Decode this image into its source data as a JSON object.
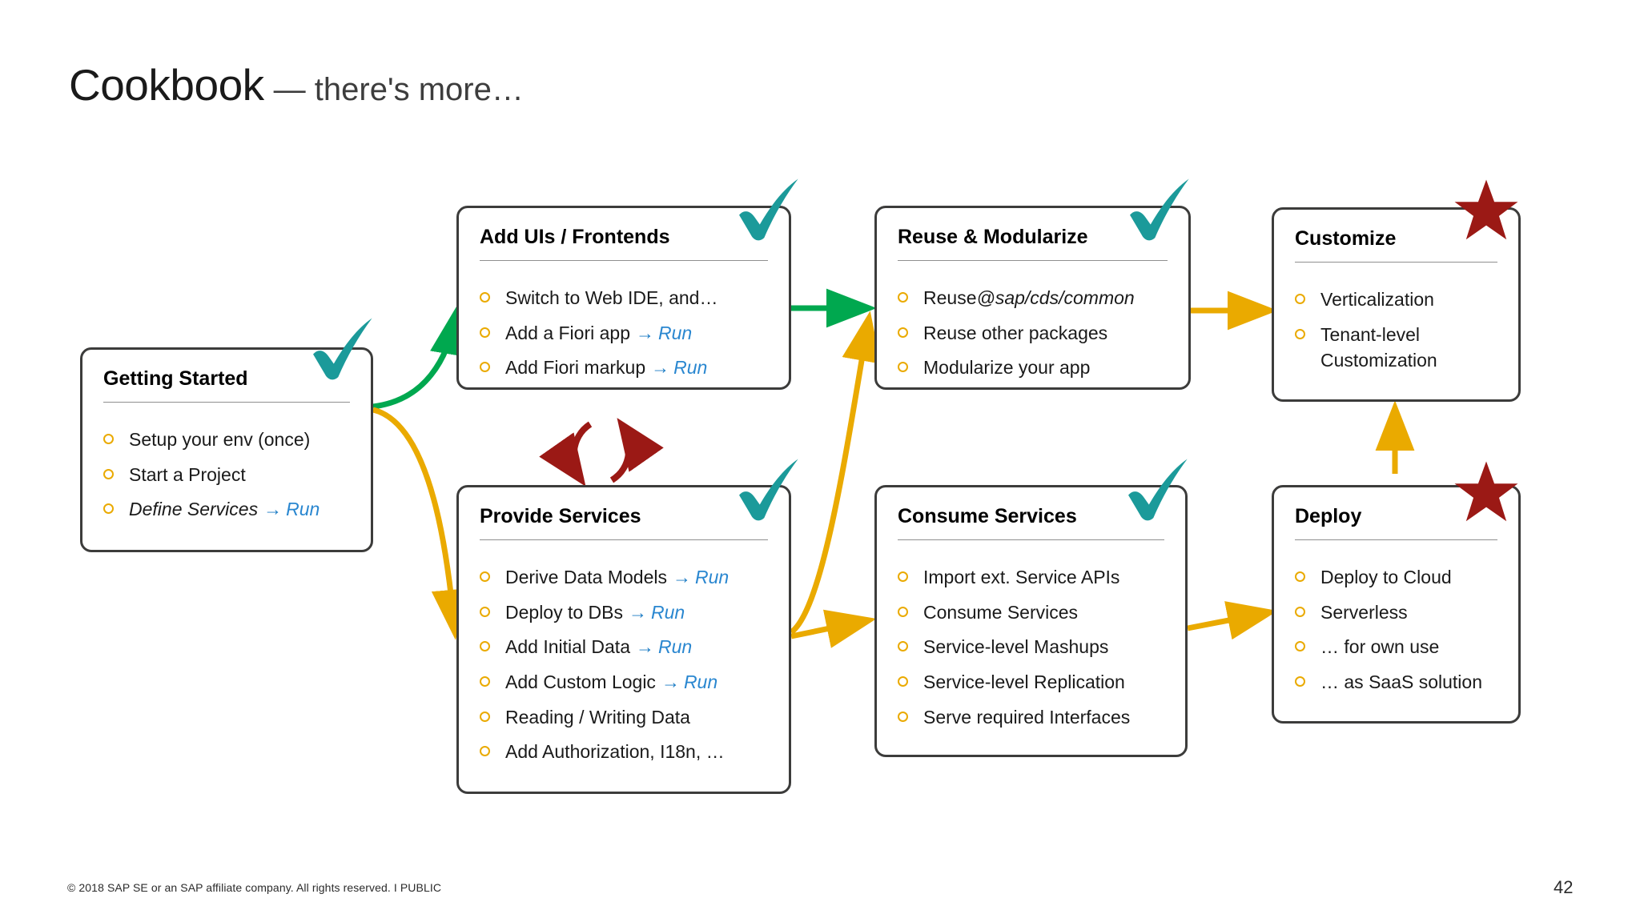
{
  "slide": {
    "title_main": "Cookbook",
    "title_sub": "— there's more…",
    "page_number": "42",
    "footer": "© 2018 SAP SE or an SAP affiliate company. All rights reserved.  I   PUBLIC"
  },
  "colors": {
    "bullet": "#eaaa00",
    "arrow_yellow": "#eaaa00",
    "arrow_green": "#00a84f",
    "arrow_darkred": "#9b1915",
    "check_teal": "#1b9a9a",
    "star_red": "#9b1915",
    "link_blue": "#2a87d0",
    "card_border": "#3c3c3b"
  },
  "cards": {
    "getting_started": {
      "title": "Getting Started",
      "badge": "check",
      "items": [
        {
          "text": "Setup your env (once)",
          "italic": false,
          "run": false
        },
        {
          "text": "Start a Project",
          "italic": false,
          "run": false
        },
        {
          "text": "Define Services",
          "italic": true,
          "run": true,
          "run_label": "Run"
        }
      ]
    },
    "add_uis": {
      "title": "Add UIs / Frontends",
      "badge": "check",
      "items": [
        {
          "text": "Switch to Web IDE, and…",
          "italic": false,
          "run": false
        },
        {
          "text": "Add a Fiori app",
          "italic": false,
          "run": true,
          "run_label": "Run"
        },
        {
          "text": "Add Fiori markup",
          "italic": false,
          "run": true,
          "run_label": "Run"
        }
      ]
    },
    "provide_services": {
      "title": "Provide Services",
      "badge": "check",
      "items": [
        {
          "text": "Derive Data Models",
          "italic": false,
          "run": true,
          "run_label": "Run"
        },
        {
          "text": "Deploy to DBs",
          "italic": false,
          "run": true,
          "run_label": "Run"
        },
        {
          "text": "Add Initial Data",
          "italic": false,
          "run": true,
          "run_label": "Run"
        },
        {
          "text": "Add Custom Logic",
          "italic": false,
          "run": true,
          "run_label": "Run"
        },
        {
          "text": "Reading / Writing Data",
          "italic": false,
          "run": false
        },
        {
          "text": "Add Authorization, I18n, …",
          "italic": false,
          "run": false
        }
      ]
    },
    "reuse_modularize": {
      "title": "Reuse & Modularize",
      "badge": "check",
      "items": [
        {
          "text": "Reuse ",
          "emph": "@sap/cds/common",
          "italic": false,
          "run": false
        },
        {
          "text": "Reuse other packages",
          "italic": false,
          "run": false
        },
        {
          "text": "Modularize your app",
          "italic": false,
          "run": false
        }
      ]
    },
    "consume_services": {
      "title": "Consume Services",
      "badge": "check",
      "items": [
        {
          "text": "Import ext. Service APIs",
          "italic": false,
          "run": false
        },
        {
          "text": "Consume Services",
          "italic": false,
          "run": false
        },
        {
          "text": "Service-level Mashups",
          "italic": false,
          "run": false
        },
        {
          "text": "Service-level Replication",
          "italic": false,
          "run": false
        },
        {
          "text": "Serve required Interfaces",
          "italic": false,
          "run": false
        }
      ]
    },
    "customize": {
      "title": "Customize",
      "badge": "star",
      "items": [
        {
          "text": "Verticalization",
          "italic": false,
          "run": false
        },
        {
          "text": "Tenant-level Customization",
          "italic": false,
          "run": false,
          "wrap": true
        }
      ]
    },
    "deploy": {
      "title": "Deploy",
      "badge": "star",
      "items": [
        {
          "text": "Deploy to Cloud",
          "italic": false,
          "run": false
        },
        {
          "text": "Serverless",
          "italic": false,
          "run": false
        },
        {
          "text": "… for own use",
          "italic": false,
          "run": false
        },
        {
          "text": "… as SaaS solution",
          "italic": false,
          "run": false
        }
      ]
    }
  },
  "connections": [
    {
      "from": "getting_started",
      "to": "add_uis",
      "color": "green"
    },
    {
      "from": "getting_started",
      "to": "provide_services",
      "color": "yellow"
    },
    {
      "from": "add_uis",
      "to": "provide_services",
      "color": "darkred",
      "style": "cycle"
    },
    {
      "from": "add_uis",
      "to": "reuse_modularize",
      "color": "green"
    },
    {
      "from": "provide_services",
      "to": "reuse_modularize",
      "color": "yellow"
    },
    {
      "from": "provide_services",
      "to": "consume_services",
      "color": "yellow"
    },
    {
      "from": "reuse_modularize",
      "to": "customize",
      "color": "yellow"
    },
    {
      "from": "consume_services",
      "to": "deploy",
      "color": "yellow"
    },
    {
      "from": "deploy",
      "to": "customize",
      "color": "yellow"
    }
  ]
}
